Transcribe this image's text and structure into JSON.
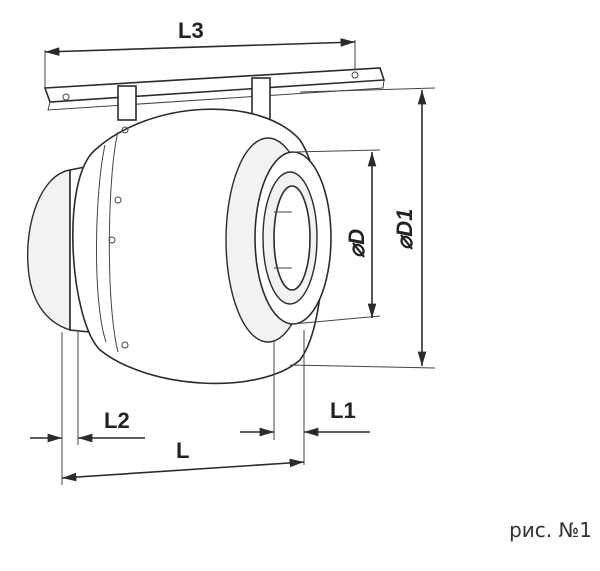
{
  "dimensions": {
    "l3": "L3",
    "l2": "L2",
    "l1": "L1",
    "l": "L",
    "d": "⌀D",
    "d1": "⌀D1"
  },
  "caption": "рис. №1",
  "colors": {
    "line": "#2b2b2b",
    "text": "#222222",
    "background": "#ffffff"
  }
}
